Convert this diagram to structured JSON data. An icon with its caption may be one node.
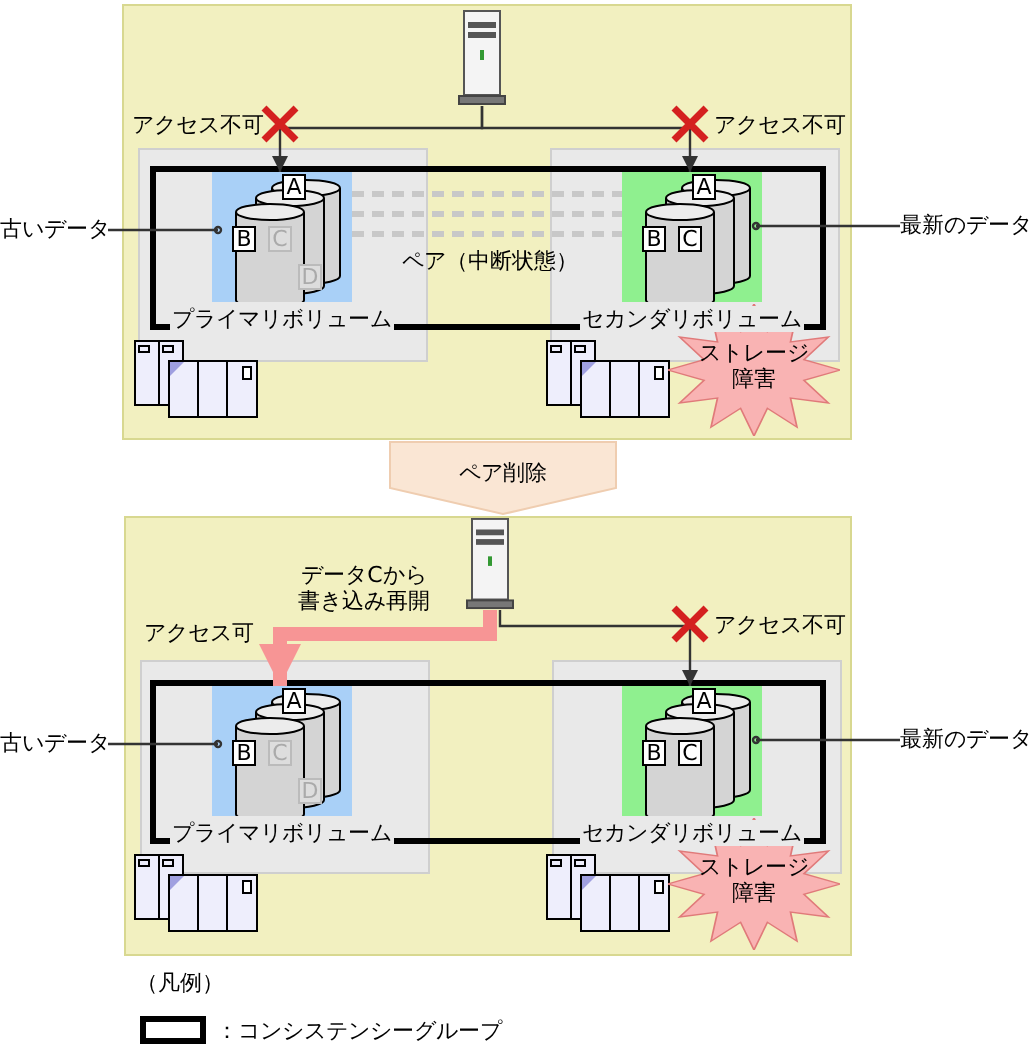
{
  "diagram": {
    "nodes": [
      {
        "text": [],
        "shape": "box"
      },
      {
        "text": [],
        "shape": "server",
        "in": 0
      },
      {
        "text": [],
        "shape": "box",
        "in": 0
      },
      {
        "text": [
          "プライマリボリューム"
        ],
        "in": 2
      },
      {
        "text": [
          "セカンダリボリューム"
        ],
        "in": 2
      },
      {
        "text": [
          "ストレージ障害"
        ],
        "in": 0
      },
      {
        "text": [
          "古いデータ"
        ]
      },
      {
        "text": [
          "最新のデータ"
        ]
      },
      {
        "text": [],
        "shape": "box"
      },
      {
        "text": [],
        "shape": "server",
        "in": 8
      },
      {
        "text": [],
        "shape": "box",
        "in": 8
      },
      {
        "text": [
          "プライマリボリューム"
        ],
        "in": 10
      },
      {
        "text": [
          "セカンダリボリューム"
        ],
        "in": 10
      },
      {
        "text": [
          "ストレージ障害"
        ],
        "in": 8
      },
      {
        "text": [
          "古いデータ"
        ]
      },
      {
        "text": [
          "最新のデータ"
        ]
      }
    ],
    "edges": [
      {
        "from": 1,
        "to": 3,
        "arrow": "to",
        "label": "アクセス不可"
      },
      {
        "from": 1,
        "to": 4,
        "arrow": "to",
        "label": "アクセス不可"
      },
      {
        "from": 3,
        "to": 4,
        "arrow": "none",
        "style": "dashed",
        "color": "#c8c8c8",
        "label": "ペア（中断状態）"
      },
      {
        "from": 6,
        "to": 3,
        "arrow": "none"
      },
      {
        "from": 7,
        "to": 4,
        "arrow": "none"
      },
      {
        "from": 0,
        "to": 8,
        "arrow": "to",
        "color": "#fae6d4",
        "label": "ペア削除"
      },
      {
        "from": 9,
        "to": 11,
        "arrow": "to",
        "style": "thick",
        "color": "#f79595",
        "label": "データCから書き込み再開"
      },
      {
        "from": 9,
        "to": 12,
        "arrow": "to",
        "label": "アクセス不可"
      },
      {
        "from": 14,
        "to": 11,
        "arrow": "none"
      },
      {
        "from": 15,
        "to": 12,
        "arrow": "none"
      }
    ],
    "labels": [
      "A",
      "B",
      "C",
      "D",
      "A",
      "B",
      "C",
      "アクセス可",
      "A",
      "B",
      "C",
      "D",
      "A",
      "B",
      "C",
      "（凡例）"
    ],
    "legend": [
      {
        "text": "：コンシステンシーグループ"
      }
    ]
  }
}
